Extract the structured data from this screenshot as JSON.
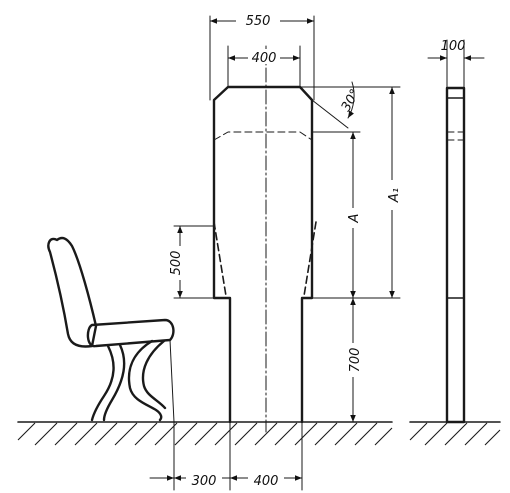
{
  "dimensions": {
    "top_outer_width": "550",
    "top_inner_width": "400",
    "side_depth": "100",
    "bevel_angle": "30°",
    "reach_a": "A",
    "reach_a1": "A₁",
    "desk_height": "700",
    "recess_height": "500",
    "seat_offset": "300",
    "base_width": "400"
  }
}
